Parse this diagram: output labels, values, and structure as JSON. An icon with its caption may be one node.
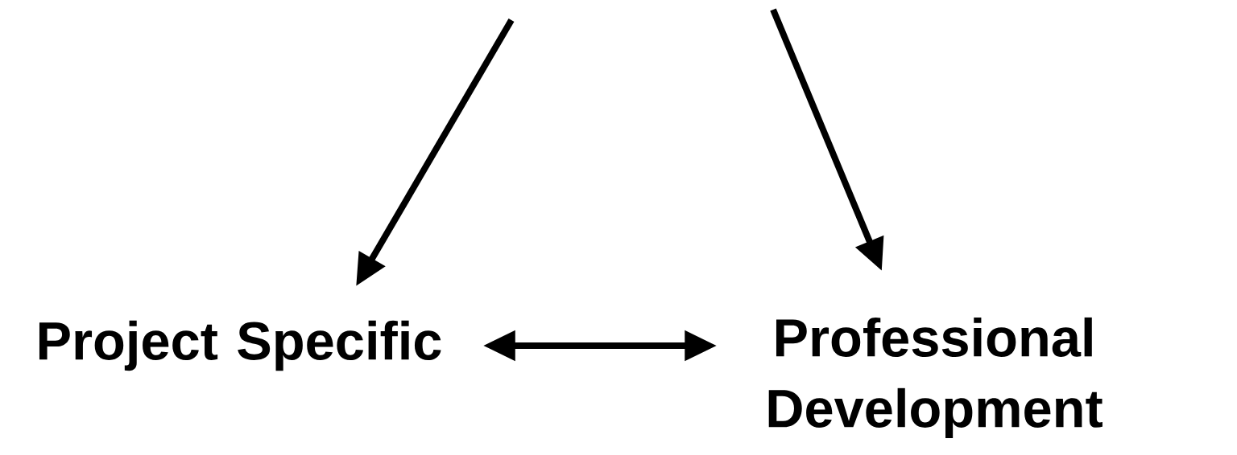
{
  "diagram": {
    "nodes": [
      {
        "text": [
          "Project Specific"
        ]
      },
      {
        "text": [
          "Professional Development"
        ]
      }
    ],
    "edges": [
      {
        "from": null,
        "to": 0,
        "arrow": "to"
      },
      {
        "from": null,
        "to": 1,
        "arrow": "to"
      },
      {
        "from": 0,
        "to": 1,
        "arrow": "both"
      }
    ]
  }
}
